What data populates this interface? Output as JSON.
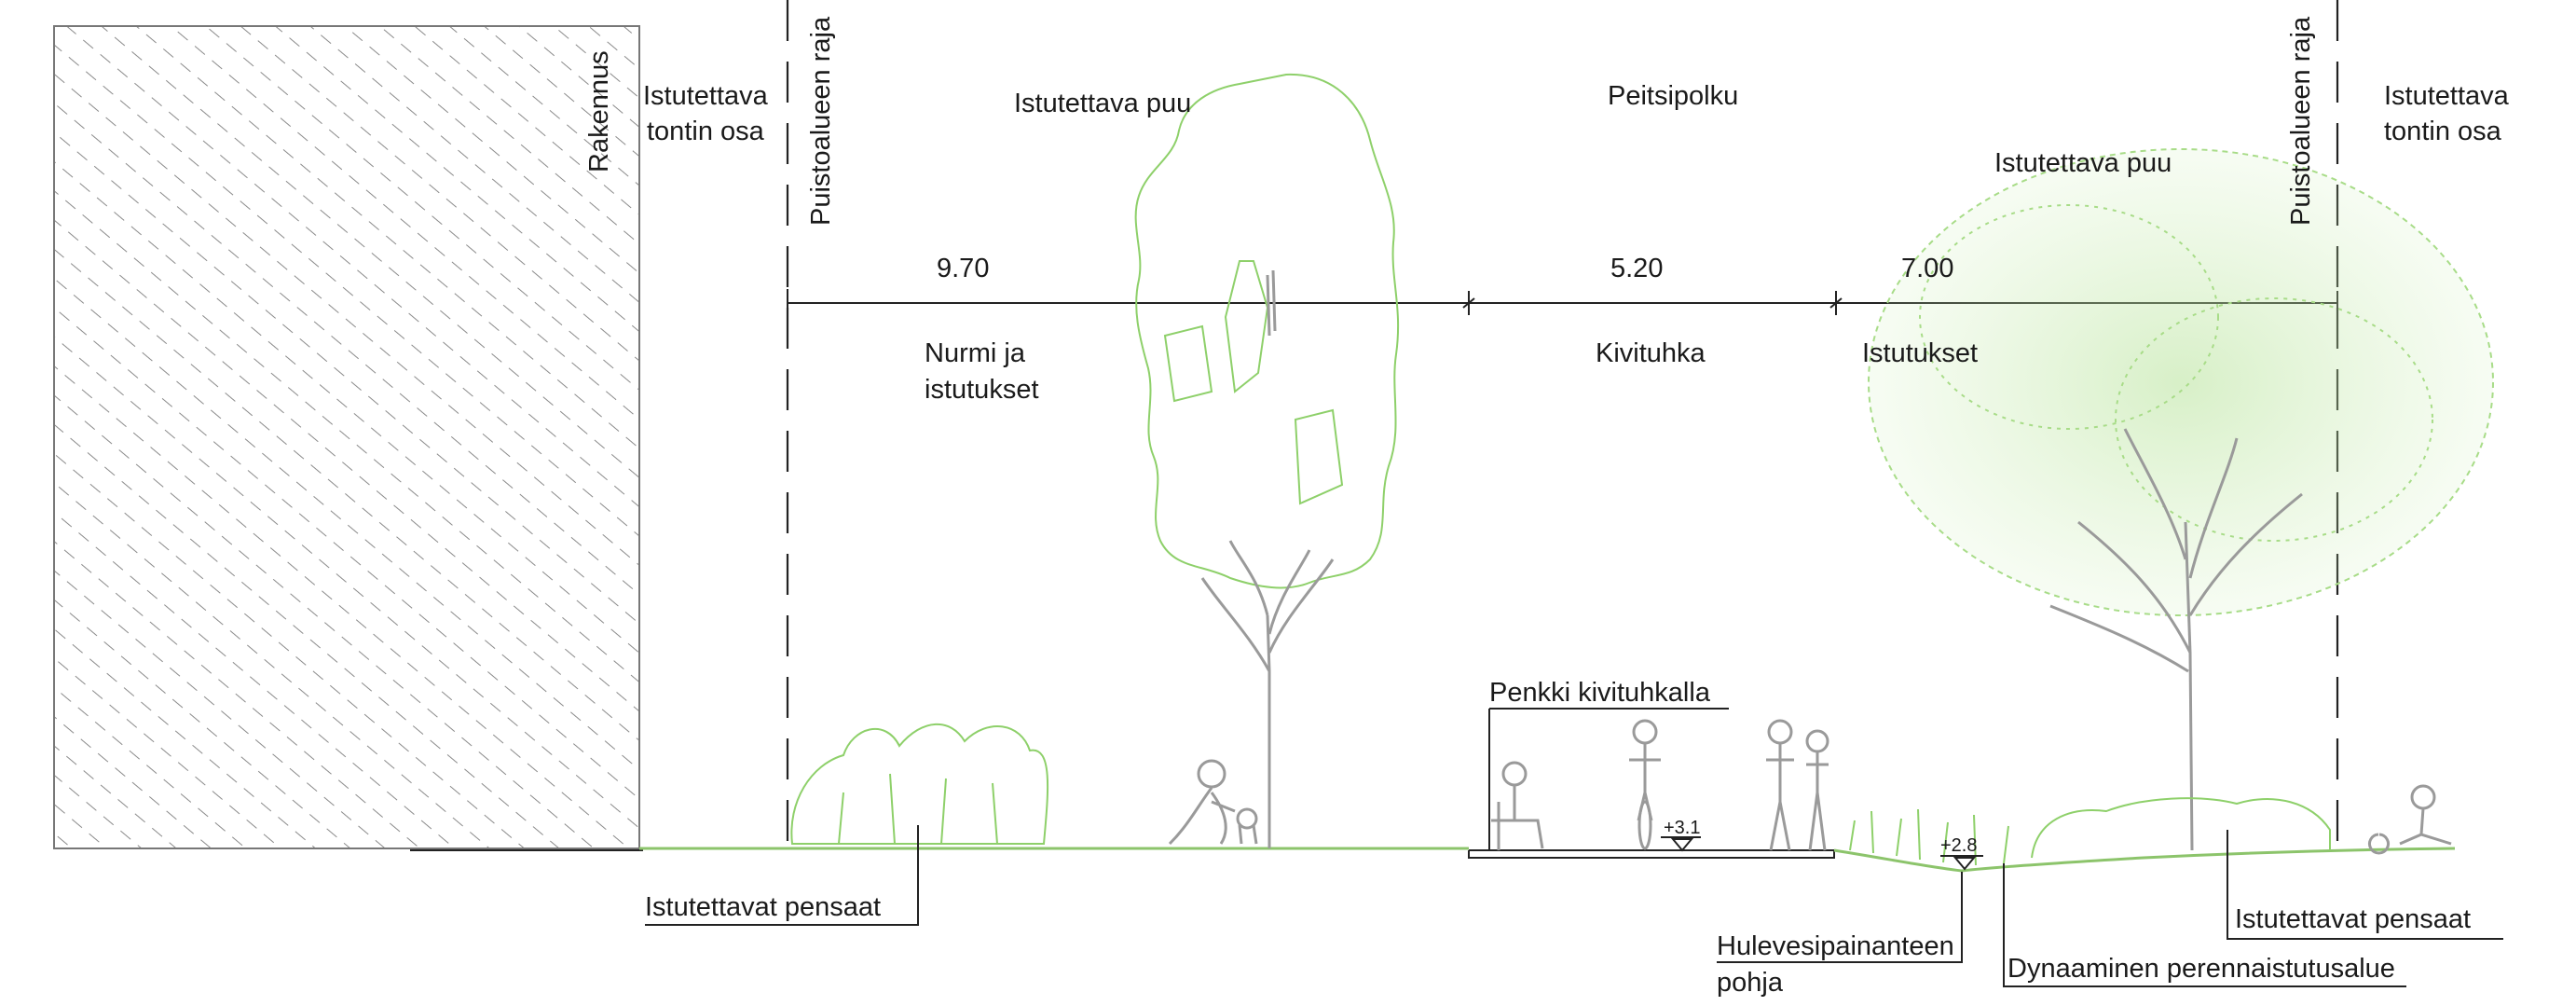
{
  "labels": {
    "building": "Rakennus",
    "plantable_plot_left_1": "Istutettava",
    "plantable_plot_left_2": "tontin osa",
    "park_boundary_left": "Puistoalueen raja",
    "plantable_tree_left": "Istutettava puu",
    "street_name": "Peitsipolku",
    "plantable_tree_right": "Istutettava puu",
    "park_boundary_right": "Puistoalueen raja",
    "plantable_plot_right_1": "Istutettava",
    "plantable_plot_right_2": "tontin osa",
    "zone_lawn_1": "Nurmi ja",
    "zone_lawn_2": "istutukset",
    "zone_gravel": "Kivituhka",
    "zone_plantings": "Istutukset",
    "bench_note": "Penkki kivituhkalla",
    "shrubs_left": "Istutettavat pensaat",
    "shrubs_right": "Istutettavat pensaat",
    "stormwater_1": "Hulevesipainanteen",
    "stormwater_2": "pohja",
    "perennial": "Dynaaminen perennaistutusalue"
  },
  "dimensions": {
    "lawn": "9.70",
    "gravel": "5.20",
    "plantings": "7.00"
  },
  "elevations": {
    "path": "+3.1",
    "swale": "+2.8"
  },
  "colors": {
    "line": "#222222",
    "vegetation": "#8ed06a",
    "trunk": "#9a9a9a",
    "hatch": "#8a8a8a"
  }
}
